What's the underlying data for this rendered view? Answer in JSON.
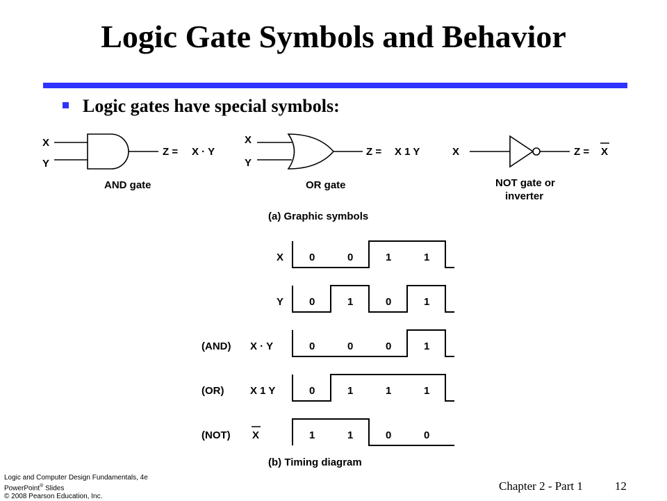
{
  "slide": {
    "title": "Logic Gate Symbols and Behavior",
    "bullet": "Logic gates have special symbols:",
    "accent_color": "#2f33ff"
  },
  "symbols": {
    "and_gate": {
      "in1": "X",
      "in2": "Y",
      "output_lhs": "Z =",
      "output_rhs": "X · Y",
      "label": "AND gate"
    },
    "or_gate": {
      "in1": "X",
      "in2": "Y",
      "output_lhs": "Z =",
      "output_rhs": "X 1 Y",
      "label": "OR gate"
    },
    "not_gate": {
      "in1": "X",
      "output_lhs": "Z =",
      "output_rhs": "X",
      "label_line1": "NOT gate or",
      "label_line2": "inverter"
    },
    "caption": "(a) Graphic symbols"
  },
  "timing": {
    "caption": "(b) Timing diagram",
    "rows": [
      {
        "prefix": "",
        "signal": "X",
        "overline": false,
        "values": [
          "0",
          "0",
          "1",
          "1"
        ]
      },
      {
        "prefix": "",
        "signal": "Y",
        "overline": false,
        "values": [
          "0",
          "1",
          "0",
          "1"
        ]
      },
      {
        "prefix": "(AND)",
        "signal": "X · Y",
        "overline": false,
        "values": [
          "0",
          "0",
          "0",
          "1"
        ]
      },
      {
        "prefix": "(OR)",
        "signal": "X 1 Y",
        "overline": false,
        "values": [
          "0",
          "1",
          "1",
          "1"
        ]
      },
      {
        "prefix": "(NOT)",
        "signal": "X",
        "overline": true,
        "values": [
          "1",
          "1",
          "0",
          "0"
        ]
      }
    ]
  },
  "footer": {
    "line1": "Logic and Computer Design Fundamentals, 4e",
    "line2_text": "PowerPoint",
    "line2_reg": "®",
    "line2_suffix": " Slides",
    "line3": "© 2008 Pearson Education, Inc.",
    "chapter": "Chapter 2 - Part 1",
    "page": "12"
  }
}
